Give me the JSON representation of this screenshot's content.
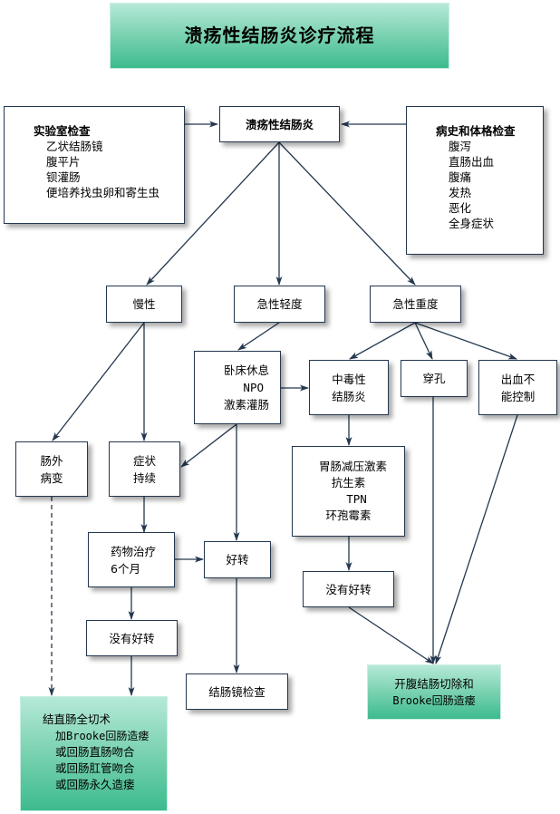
{
  "title": "溃疡性结肠炎诊疗流程",
  "colors": {
    "line": "#24384f",
    "green_top": "#b6e9d8",
    "green_bottom": "#3dbb8e"
  },
  "nodes": {
    "lab_exam": {
      "heading": "实验室检查",
      "items": [
        "乙状结肠镜",
        "腹平片",
        "钡灌肠",
        "便培养找虫卵和寄生虫"
      ]
    },
    "history_exam": {
      "heading": "病史和体格检查",
      "items": [
        "腹泻",
        "直肠出血",
        "腹痛",
        "发热",
        "恶化",
        "全身症状"
      ]
    },
    "uc": {
      "label": "溃疡性结肠炎"
    },
    "chronic": {
      "label": "慢性"
    },
    "acute_mild": {
      "label": "急性轻度"
    },
    "acute_severe": {
      "label": "急性重度"
    },
    "bed_rest": {
      "lines": [
        "卧床休息",
        "NPO",
        "激素灌肠"
      ]
    },
    "toxic_colitis": {
      "lines": [
        "中毒性",
        "结肠炎"
      ]
    },
    "perforation": {
      "label": "穿孔"
    },
    "bleeding": {
      "lines": [
        "出血不",
        "能控制"
      ]
    },
    "extraintestinal": {
      "lines": [
        "肠外",
        "病变"
      ]
    },
    "persistent": {
      "lines": [
        "症状",
        "持续"
      ]
    },
    "gi_decompression": {
      "lines": [
        "胃肠减压激素",
        "抗生素",
        "TPN",
        "环孢霉素"
      ]
    },
    "drug_therapy": {
      "lines": [
        "药物治疗",
        "6个月"
      ]
    },
    "improved": {
      "label": "好转"
    },
    "no_improve_right": {
      "label": "没有好转"
    },
    "no_improve_left": {
      "label": "没有好转"
    },
    "colonoscopy": {
      "label": "结肠镜检查"
    },
    "colectomy_brooke": {
      "lines": [
        "开腹结肠切除和",
        "Brooke回肠造瘘"
      ]
    },
    "proctocolectomy": {
      "heading": "结直肠全切术",
      "items": [
        "加Brooke回肠造瘘",
        "或回肠直肠吻合",
        "或回肠肛管吻合",
        "或回肠永久造瘘"
      ]
    }
  },
  "edges": [
    {
      "from": "lab_exam",
      "to": "uc"
    },
    {
      "from": "history_exam",
      "to": "uc"
    },
    {
      "from": "uc",
      "to": "chronic"
    },
    {
      "from": "uc",
      "to": "acute_mild"
    },
    {
      "from": "uc",
      "to": "acute_severe"
    },
    {
      "from": "chronic",
      "to": "extraintestinal"
    },
    {
      "from": "chronic",
      "to": "persistent"
    },
    {
      "from": "acute_mild",
      "to": "bed_rest"
    },
    {
      "from": "bed_rest",
      "to": "toxic_colitis"
    },
    {
      "from": "bed_rest",
      "to": "persistent"
    },
    {
      "from": "bed_rest",
      "to": "improved"
    },
    {
      "from": "acute_severe",
      "to": "toxic_colitis"
    },
    {
      "from": "acute_severe",
      "to": "perforation"
    },
    {
      "from": "acute_severe",
      "to": "bleeding"
    },
    {
      "from": "toxic_colitis",
      "to": "gi_decompression"
    },
    {
      "from": "gi_decompression",
      "to": "no_improve_right"
    },
    {
      "from": "no_improve_right",
      "to": "colectomy_brooke"
    },
    {
      "from": "perforation",
      "to": "colectomy_brooke"
    },
    {
      "from": "bleeding",
      "to": "colectomy_brooke"
    },
    {
      "from": "persistent",
      "to": "drug_therapy"
    },
    {
      "from": "drug_therapy",
      "to": "improved"
    },
    {
      "from": "drug_therapy",
      "to": "no_improve_left"
    },
    {
      "from": "improved",
      "to": "colonoscopy"
    },
    {
      "from": "no_improve_left",
      "to": "proctocolectomy"
    },
    {
      "from": "extraintestinal",
      "to": "proctocolectomy",
      "style": "dashed"
    }
  ]
}
